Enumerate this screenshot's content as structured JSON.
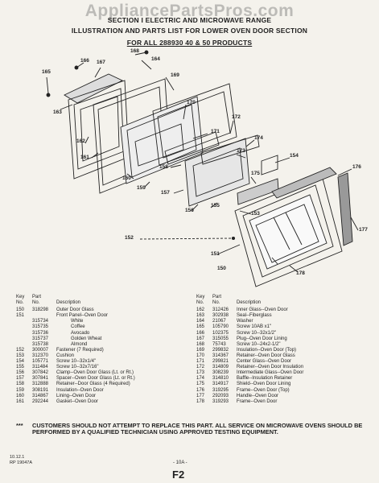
{
  "watermark": "AppliancePartsPros.com",
  "title_lines": [
    "SECTION I ELECTRIC AND MICROWAVE RANGE",
    "ILLUSTRATION AND PARTS LIST FOR LOWER OVEN DOOR SECTION",
    "FOR ALL 288930 40 & 50 PRODUCTS"
  ],
  "callouts": [
    "168",
    "166",
    "167",
    "164",
    "165",
    "169",
    "170",
    "163",
    "171",
    "172",
    "162",
    "174",
    "161",
    "173",
    "154",
    "158",
    "160",
    "157",
    "159",
    "175",
    "176",
    "155",
    "156",
    "153",
    "177",
    "152",
    "151",
    "150",
    "178"
  ],
  "parts_header": {
    "key_top": "Key",
    "key": "No.",
    "part_top": "Part",
    "part": "No.",
    "desc": "Description"
  },
  "parts_left": [
    {
      "key": "150",
      "part": "318298",
      "desc": "Outer Door Glass",
      "indent": false
    },
    {
      "key": "151",
      "part": "",
      "desc": "Front Panel--Oven Door",
      "indent": false
    },
    {
      "key": "",
      "part": "315734",
      "desc": "White",
      "indent": true
    },
    {
      "key": "",
      "part": "315735",
      "desc": "Coffee",
      "indent": true
    },
    {
      "key": "",
      "part": "315736",
      "desc": "Avocado",
      "indent": true
    },
    {
      "key": "",
      "part": "315737",
      "desc": "Golden Wheat",
      "indent": true
    },
    {
      "key": "",
      "part": "315738",
      "desc": "Almond",
      "indent": true
    },
    {
      "key": "152",
      "part": "300007",
      "desc": "Fastener (7 Required)",
      "indent": false
    },
    {
      "key": "153",
      "part": "312370",
      "desc": "Cushion",
      "indent": false
    },
    {
      "key": "154",
      "part": "105771",
      "desc": "Screw 10--32x1/4\"",
      "indent": false
    },
    {
      "key": "155",
      "part": "311484",
      "desc": "Screw 10--32x7/16\"",
      "indent": false
    },
    {
      "key": "156",
      "part": "307842",
      "desc": "Clamp--Oven Door Glass (Lt. or Rt.)",
      "indent": false
    },
    {
      "key": "157",
      "part": "307841",
      "desc": "Spacer--Oven Door Glass (Lt. or Rt.)",
      "indent": false
    },
    {
      "key": "158",
      "part": "312888",
      "desc": "Retainer--Door Glass (4 Required)",
      "indent": false
    },
    {
      "key": "159",
      "part": "308191",
      "desc": "Insulation--Oven Door",
      "indent": false
    },
    {
      "key": "160",
      "part": "314867",
      "desc": "Lining--Oven Door",
      "indent": false
    },
    {
      "key": "161",
      "part": "292244",
      "desc": "Gasket--Oven Door",
      "indent": false
    }
  ],
  "parts_right": [
    {
      "key": "162",
      "part": "312426",
      "desc": "Inner Glass--Oven Door"
    },
    {
      "key": "163",
      "part": "302938",
      "desc": "Seal--Fiberglass"
    },
    {
      "key": "164",
      "part": "21067",
      "desc": "Washer"
    },
    {
      "key": "165",
      "part": "105790",
      "desc": "Screw 10AB x1\""
    },
    {
      "key": "166",
      "part": "102375",
      "desc": "Screw 10--32x1/2\""
    },
    {
      "key": "167",
      "part": "315055",
      "desc": "Plug--Oven Door Lining"
    },
    {
      "key": "168",
      "part": "75743",
      "desc": "Screw 10--24x2-1/2\""
    },
    {
      "key": "169",
      "part": "299832",
      "desc": "Insulation--Oven Door (Top)"
    },
    {
      "key": "170",
      "part": "314367",
      "desc": "Retainer--Oven Door Glass"
    },
    {
      "key": "171",
      "part": "299821",
      "desc": "Center Glass--Oven Door"
    },
    {
      "key": "172",
      "part": "314809",
      "desc": "Retainer--Oven Door Insulation"
    },
    {
      "key": "173",
      "part": "308239",
      "desc": "Intermediate Glass--Oven Door"
    },
    {
      "key": "174",
      "part": "314810",
      "desc": "Baffle--Insulation Retainer"
    },
    {
      "key": "175",
      "part": "314917",
      "desc": "Shield--Oven Door Lining"
    },
    {
      "key": "176",
      "part": "319295",
      "desc": "Frame--Oven Door (Top)"
    },
    {
      "key": "177",
      "part": "292093",
      "desc": "Handle--Oven Door"
    },
    {
      "key": "178",
      "part": "319293",
      "desc": "Frame--Oven Door"
    }
  ],
  "notice_stars": "***",
  "notice": "CUSTOMERS SHOULD NOT ATTEMPT TO REPLACE THIS PART. ALL SERVICE ON MICROWAVE OVENS SHOULD BE PERFORMED BY A QUALIFIED TECHNICIAN USING APPROVED TESTING EQUIPMENT.",
  "footer_left_1": "10.12.1",
  "footer_left_2": "RP 19047A",
  "page_number": "- 10A -",
  "page_code": "F2"
}
